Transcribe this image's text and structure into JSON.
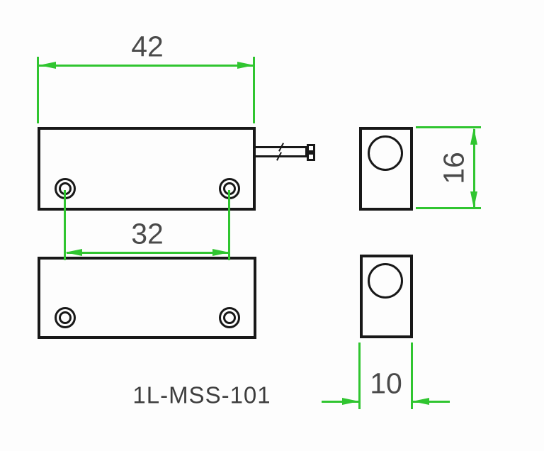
{
  "drawing": {
    "type": "technical-dimension-drawing",
    "part_number": "1L-MSS-101",
    "dimensions": {
      "body_width": "42",
      "hole_spacing": "32",
      "body_height": "16",
      "body_depth": "10"
    },
    "views": {
      "sensor_front": "rectangular switch body with two mounting holes and exit cable with two wire terminals",
      "magnet_front": "rectangular magnet body with two mounting holes",
      "sensor_side": "narrow rectangle with circular boss",
      "magnet_side": "narrow rectangle with circular boss"
    },
    "colors": {
      "dimension_line": "#30c530",
      "outline": "#181818",
      "label_text": "#4a4a4a",
      "background": "#fdfdfd"
    }
  }
}
